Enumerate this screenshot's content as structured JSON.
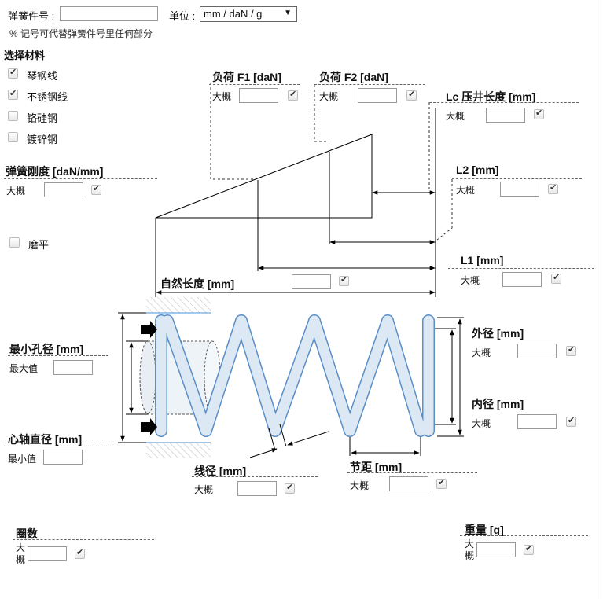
{
  "top": {
    "part_label": "弹簧件号 :",
    "part_value": "",
    "unit_label": "单位 :",
    "unit_value": "mm / daN / g",
    "note": "% 记号可代替弹簧件号里任何部分"
  },
  "materials": {
    "title": "选择材料",
    "items": [
      {
        "label": "琴钢线",
        "checked": true
      },
      {
        "label": "不锈钢线",
        "checked": true
      },
      {
        "label": "铬硅钢",
        "checked": false
      },
      {
        "label": "镀锌钢",
        "checked": false
      }
    ]
  },
  "approx": "大概",
  "approx_split": [
    "大",
    "概"
  ],
  "fields": {
    "load_f1": {
      "title": "负荷 F1 [daN]",
      "value": ""
    },
    "load_f2": {
      "title": "负荷 F2 [daN]",
      "value": ""
    },
    "lc": {
      "title": "Lc 压井长度 [mm]",
      "value": ""
    },
    "rate": {
      "title": "弹簧刚度 [daN/mm]",
      "value": ""
    },
    "l2": {
      "title": "L2 [mm]",
      "value": ""
    },
    "l1": {
      "title": "L1 [mm]",
      "value": ""
    },
    "free_length": {
      "title": "自然长度 [mm]",
      "value": ""
    },
    "min_hole": {
      "title": "最小孔径 [mm]",
      "sub": "最大值",
      "value": ""
    },
    "shaft": {
      "title": "心轴直径 [mm]",
      "sub": "最小值",
      "value": ""
    },
    "outer": {
      "title": "外径 [mm]",
      "value": ""
    },
    "inner": {
      "title": "内径 [mm]",
      "value": ""
    },
    "wire": {
      "title": "线径 [mm]",
      "value": ""
    },
    "pitch": {
      "title": "节距 [mm]",
      "value": ""
    },
    "coils": {
      "title": "圈数",
      "value": ""
    },
    "weight": {
      "title": "重量 [g]",
      "value": ""
    }
  },
  "ground": {
    "label": "磨平",
    "checked": false
  }
}
